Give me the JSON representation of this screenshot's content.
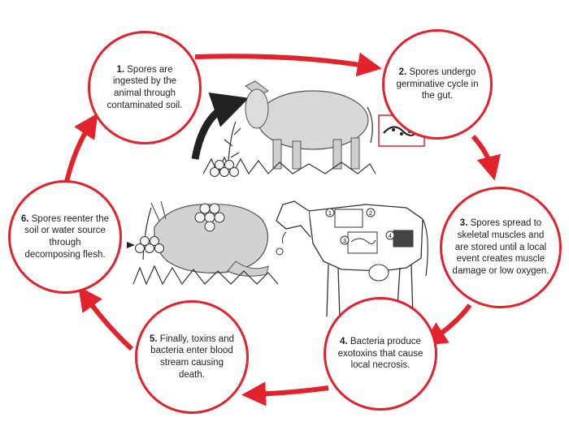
{
  "diagram": {
    "type": "life-cycle",
    "accent_color": "#e3222b",
    "steps": [
      {
        "number": "1.",
        "text": "Spores are ingested by the animal through contaminated soil."
      },
      {
        "number": "2.",
        "text": "Spores undergo germinative cycle in the gut."
      },
      {
        "number": "3.",
        "text": "Spores spread to skeletal muscles and are stored until a local event creates muscle damage or low oxygen."
      },
      {
        "number": "4.",
        "text": "Bacteria produce exotoxins that cause local necrosis."
      },
      {
        "number": "5.",
        "text": "Finally, toxins and bacteria enter blood stream causing death."
      },
      {
        "number": "6.",
        "text": "Spores reenter the soil or water source through decomposing flesh."
      }
    ],
    "illustrations": [
      {
        "name": "grazing-cow-illustration",
        "description_icon": "cow-eating-grass-icon"
      },
      {
        "name": "cow-anatomy-illustration",
        "description_icon": "cow-anatomy-icon"
      },
      {
        "name": "decomposing-carcass-illustration",
        "description_icon": "dead-animal-icon"
      }
    ],
    "inline_labels": {
      "anatomy_markers": [
        "1",
        "2",
        "3",
        "4"
      ]
    }
  }
}
